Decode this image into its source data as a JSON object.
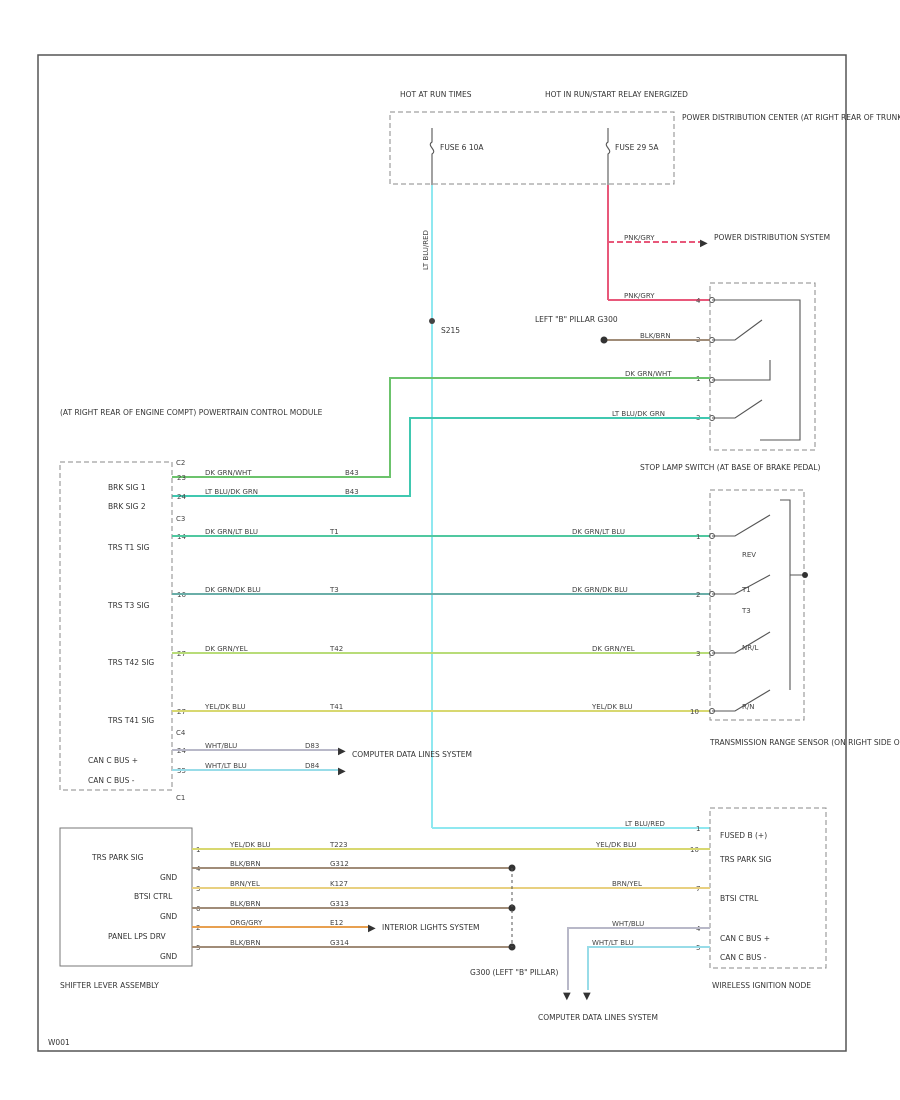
{
  "colors": {
    "lt_blu_red": "#8fe8f0",
    "pnk_gry": "#e8587a",
    "blk_brn": "#a08c78",
    "dk_grn_wht": "#6cc36c",
    "lt_blu_dk_grn": "#40c8b0",
    "dk_grn_lt_blu": "#50c8a0",
    "dk_grn_dk_blu": "#6aaea8",
    "dk_grn_yel": "#b8dc78",
    "yel_dk_blu": "#d8d870",
    "wht_blu": "#b8b8c8",
    "wht_lt_blu": "#98dce8",
    "brn_yel": "#e8d080",
    "org_gry": "#e8a050",
    "frame": "#555555"
  },
  "hot_at_run": "HOT AT RUN TIMES",
  "hot_in_run": "HOT IN RUN/START RELAY ENERGIZED",
  "fuse6": "FUSE 6 10A",
  "fuse29": "FUSE 29 5A",
  "pdc_label": "POWER DISTRIBUTION CENTER (AT RIGHT REAR OF TRUNK)",
  "pds_label": "POWER DISTRIBUTION SYSTEM",
  "splice_s215": "S215",
  "g300_top": "LEFT \"B\" PILLAR G300",
  "pcm_label": "(AT RIGHT REAR OF ENGINE COMPT) POWERTRAIN CONTROL MODULE",
  "stop_lamp_label": "STOP LAMP SWITCH (AT BASE OF BRAKE PEDAL)",
  "trs_label": "TRANSMISSION RANGE SENSOR (ON RIGHT SIDE OF TRANSMISSION)",
  "wim_label": "WIRELESS IGNITION NODE",
  "shifter_label": "SHIFTER LEVER ASSEMBLY",
  "g300_bottom": "G300 (LEFT \"B\" PILLAR)",
  "cdl_bottom": "COMPUTER DATA LINES SYSTEM",
  "cdl_mid": "COMPUTER DATA LINES SYSTEM",
  "ext_lights": "INTERIOR LIGHTS SYSTEM",
  "c2": "C2",
  "c3": "C3",
  "c4": "C4",
  "c1": "C1",
  "fig_id": "W001",
  "wires": {
    "lt_blu_red_v": "LT BLU/RED",
    "pnk_gry_a": "PNK/GRY",
    "pnk_gry_b": "PNK/GRY",
    "blk_brn_sw": "BLK/BRN",
    "dk_grn_wht_sw": "DK GRN/WHT",
    "lt_blu_dk_grn_sw": "LT BLU/DK GRN",
    "dk_grn_wht_pcm": "DK GRN/WHT",
    "lt_blu_dk_grn_pcm": "LT BLU/DK GRN",
    "dk_grn_lt_blu_l": "DK GRN/LT BLU",
    "dk_grn_lt_blu_r": "DK GRN/LT BLU",
    "dk_grn_dk_blu_l": "DK GRN/DK BLU",
    "dk_grn_dk_blu_r": "DK GRN/DK BLU",
    "dk_grn_yel_l": "DK GRN/YEL",
    "dk_grn_yel_r": "DK GRN/YEL",
    "yel_dk_blu_l": "YEL/DK BLU",
    "yel_dk_blu_r": "YEL/DK BLU",
    "wht_blu_can": "WHT/BLU",
    "wht_lt_blu_can": "WHT/LT BLU",
    "lt_blu_red_wim": "LT BLU/RED",
    "yel_dk_blu_s": "YEL/DK BLU",
    "yel_dk_blu_wim": "YEL/DK BLU",
    "blk_brn_s1": "BLK/BRN",
    "brn_yel_s": "BRN/YEL",
    "brn_yel_wim": "BRN/YEL",
    "blk_brn_s2": "BLK/BRN",
    "org_gry_s": "ORG/GRY",
    "blk_brn_s3": "BLK/BRN",
    "wht_blu_wim": "WHT/BLU",
    "wht_lt_blu_wim": "WHT/LT BLU"
  },
  "codes": {
    "b43a": "B43",
    "b43b": "B43",
    "t1": "T1",
    "t3": "T3",
    "t42": "T42",
    "t41": "T41",
    "d83": "D83",
    "d84": "D84",
    "t223": "T223",
    "g312": "G312",
    "k127": "K127",
    "g313": "G313",
    "e12": "E12",
    "g314": "G314"
  },
  "pins": {
    "pcm_p1": "23",
    "pcm_p2": "24",
    "pcm_p3": "14",
    "pcm_p4": "16",
    "pcm_p5": "27",
    "pcm_p6": "27",
    "pcm_p7": "24",
    "pcm_p8": "35",
    "sw_p1": "4",
    "sw_p2": "2",
    "sw_p3": "1",
    "sw_p4": "3",
    "trs_p1": "1",
    "trs_p2": "2",
    "trs_p3": "3",
    "trs_p4": "10",
    "wim_p1": "1",
    "wim_p2": "10",
    "wim_p3": "7",
    "wim_p4": "4",
    "wim_p5": "5",
    "sh_p1": "1",
    "sh_p2": "4",
    "sh_p3": "3",
    "sh_p4": "6",
    "sh_p5": "2",
    "sh_p6": "5"
  },
  "pcm_pins": {
    "brk1": "BRK SIG 1",
    "brk2": "BRK SIG 2",
    "trst1": "TRS T1 SIG",
    "trst3": "TRS T3 SIG",
    "trst42": "TRS T42 SIG",
    "trst41": "TRS T41 SIG",
    "canc_plus": "CAN C BUS +",
    "canc_minus": "CAN C BUS -"
  },
  "trs_pos": {
    "rev": "REV",
    "t1": "T1",
    "t3": "T3",
    "nrl": "NR/L",
    "rn": "R/N"
  },
  "wim_pins": {
    "fused": "FUSED B (+)",
    "trs_park": "TRS PARK SIG",
    "btsi": "BTSI CTRL",
    "canc_plus": "CAN C BUS +",
    "canc_minus": "CAN C BUS -"
  },
  "shifter_pins": {
    "trs_park": "TRS PARK SIG",
    "gnd1": "GND",
    "btsi": "BTSI CTRL",
    "gnd2": "GND",
    "panel": "PANEL LPS DRV",
    "gnd3": "GND"
  }
}
